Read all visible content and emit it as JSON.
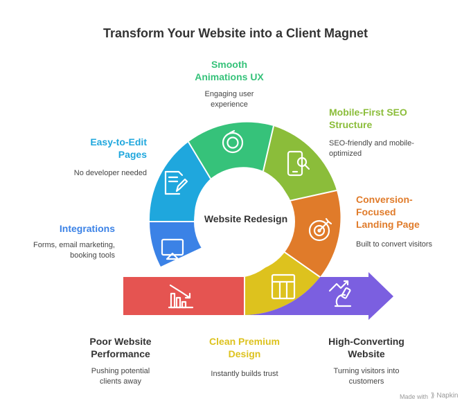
{
  "title": "Transform Your Website into a Client Magnet",
  "center": "Website Redesign",
  "colors": {
    "green": "#36c27a",
    "olive": "#8bbd3a",
    "orange": "#e07b2a",
    "blue": "#1fa7dd",
    "blue2": "#3b82e6",
    "red": "#e55451",
    "yellow": "#ddc21e",
    "purple": "#7b5fe0"
  },
  "segments": [
    {
      "label": "Smooth Animations UX",
      "desc": "Engaging user experience",
      "icon": "refresh-icon"
    },
    {
      "label": "Mobile-First SEO Structure",
      "desc": "SEO-friendly and mobile-optimized",
      "icon": "mobile-search-icon"
    },
    {
      "label": "Conversion-Focused Landing Page",
      "desc": "Built to convert visitors",
      "icon": "target-icon"
    },
    {
      "label": "Easy-to-Edit Pages",
      "desc": "No developer needed",
      "icon": "edit-document-icon"
    },
    {
      "label": "Integrations",
      "desc": "Forms, email marketing, booking tools",
      "icon": "screen-share-icon"
    }
  ],
  "bottom": [
    {
      "label": "Poor Website Performance",
      "desc": "Pushing potential clients away",
      "icon": "declining-chart-icon"
    },
    {
      "label": "Clean Premium Design",
      "desc": "Instantly builds trust",
      "icon": "layout-grid-icon"
    },
    {
      "label": "High-Converting Website",
      "desc": "Turning visitors into customers",
      "icon": "growth-microscope-icon"
    }
  ],
  "footer": {
    "made_with": "Made with",
    "brand": "Napkin"
  }
}
